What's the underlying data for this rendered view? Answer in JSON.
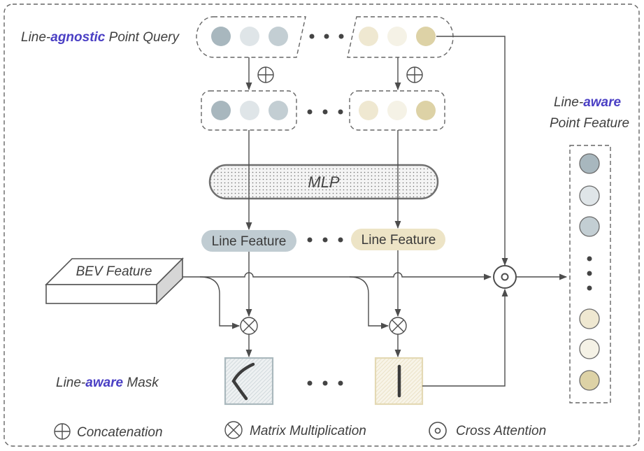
{
  "query_label": {
    "prefix": "Line-",
    "bold": "agnostic",
    "suffix": " Point Query"
  },
  "output_label": {
    "line1_prefix": "Line-",
    "line1_bold": "aware",
    "line2": "Point Feature"
  },
  "mask_label": {
    "prefix": "Line-",
    "bold": "aware",
    "suffix": " Mask"
  },
  "bev_label": "BEV Feature",
  "mlp_label": "MLP",
  "line_feature_labels": [
    "Line Feature",
    "Line Feature"
  ],
  "legend": {
    "concat": "Concatenation",
    "matmul": "Matrix Multiplication",
    "cross_attn": "Cross Attention"
  },
  "colors": {
    "blue_dark": "#a8b7be",
    "blue_light": "#dfe5e8",
    "blue_mid": "#c3ced3",
    "tan_light": "#efe8d1",
    "tan_lighter": "#f5f2e6",
    "tan_dark": "#ddd2a6",
    "line_feature_blue": "#c0ccd2",
    "line_feature_tan": "#ede4c6",
    "accent_text": "#4a3fc4"
  },
  "icons": [
    "concat-icon",
    "matmul-icon",
    "cross-attention-icon",
    "ellipsis-icon"
  ]
}
